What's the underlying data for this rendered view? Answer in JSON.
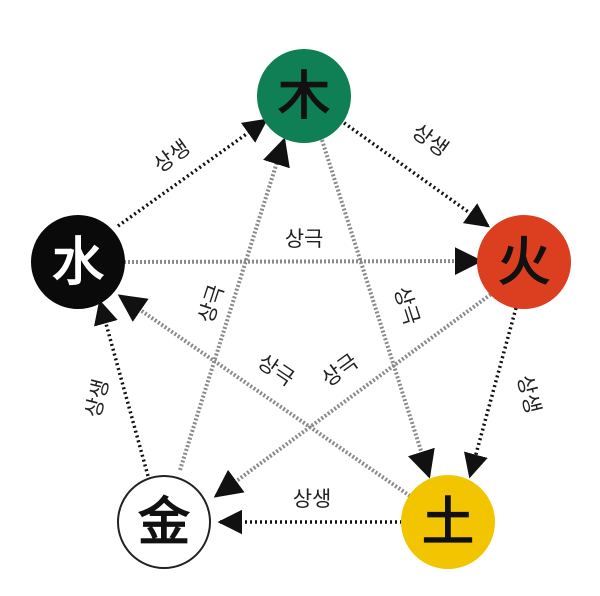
{
  "nodes": {
    "wood": {
      "label": "木",
      "fill": "#0f7f55",
      "text_color": "#111111",
      "stroke": "#0f7f55"
    },
    "fire": {
      "label": "火",
      "fill": "#dc3f1f",
      "text_color": "#111111",
      "stroke": "#dc3f1f"
    },
    "earth": {
      "label": "土",
      "fill": "#f2c500",
      "text_color": "#111111",
      "stroke": "#f2c500"
    },
    "metal": {
      "label": "金",
      "fill": "#ffffff",
      "text_color": "#111111",
      "stroke": "#222222"
    },
    "water": {
      "label": "水",
      "fill": "#0a0a0a",
      "text_color": "#ffffff",
      "stroke": "#0a0a0a"
    }
  },
  "edges": {
    "generating_label": "상생",
    "overcoming_label": "상극",
    "generating_color": "#111111",
    "overcoming_color": "#8a8a8a"
  }
}
